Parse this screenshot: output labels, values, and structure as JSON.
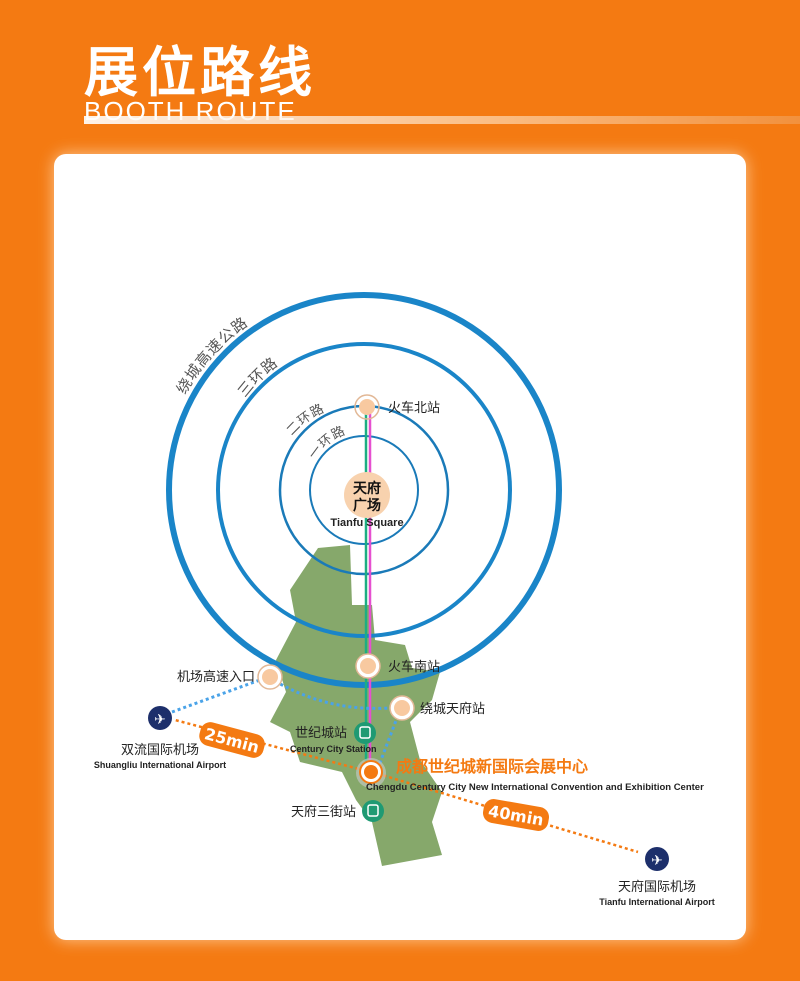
{
  "header": {
    "title": "展位路线",
    "subtitle": "BOOTH ROUTE"
  },
  "rings": [
    "绕城高速公路",
    "三环路",
    "二环路",
    "一环路"
  ],
  "center": {
    "zh_line1": "天府",
    "zh_line2": "广场",
    "en": "Tianfu Square"
  },
  "stations": {
    "north": "火车北站",
    "south": "火车南站",
    "highway_entrance": "机场高速入口",
    "ring_tianfu": "绕城天府站",
    "century_city": {
      "zh": "世纪城站",
      "en": "Century City Station"
    },
    "tianfu_third": "天府三街站"
  },
  "venue": {
    "zh": "成都世纪城新国际会展中心",
    "en": "Chengdu Century City New International Convention and Exhibition Center"
  },
  "airports": [
    {
      "zh": "双流国际机场",
      "en": "Shuangliu International Airport",
      "time": "25min"
    },
    {
      "zh": "天府国际机场",
      "en": "Tianfu International Airport",
      "time": "40min"
    }
  ],
  "colors": {
    "orange": "#f47a12",
    "ring": "#1a85c8",
    "green": "#7fa763",
    "metro_green": "#1cae82",
    "metro_pink": "#e64fd0",
    "plane": "#1d2f6b"
  }
}
